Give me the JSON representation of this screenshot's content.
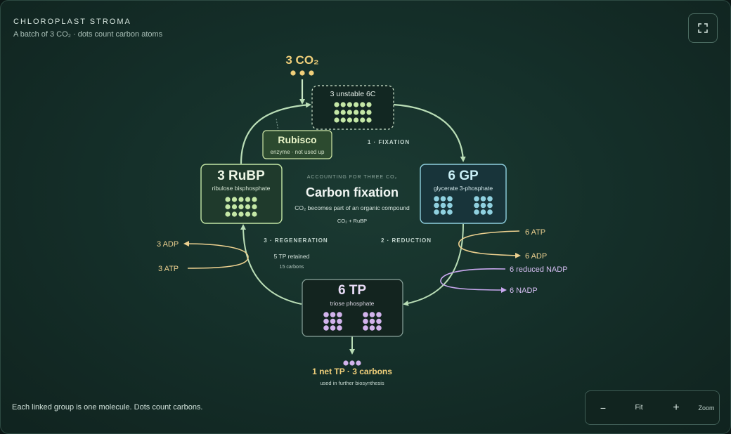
{
  "header": {
    "title": "CHLOROPLAST STROMA",
    "subtitle": "A batch of 3 CO₂ · dots count carbon atoms"
  },
  "fullscreen_icon": "expand-icon",
  "co2_input": {
    "label": "3 CO₂",
    "carbons": 3
  },
  "unstable": {
    "label": "3 unstable 6C",
    "molecules": 3,
    "carbons_each": 6
  },
  "rubisco": {
    "title": "Rubisco",
    "note": "enzyme · not used up"
  },
  "rubp": {
    "title": "3 RuBP",
    "subtitle": "ribulose bisphosphate",
    "molecules": 3,
    "carbons_each": 5
  },
  "gp": {
    "title": "6 GP",
    "subtitle": "glycerate 3-phosphate",
    "molecules": 6,
    "carbons_each": 3
  },
  "tp": {
    "title": "6 TP",
    "subtitle": "triose phosphate",
    "molecules": 6,
    "carbons_each": 3
  },
  "center": {
    "kicker": "ACCOUNTING FOR THREE CO₂",
    "title": "Carbon fixation",
    "desc": "CO₂ becomes part of an organic compound",
    "formula": "CO₂ + RuBP"
  },
  "stages": {
    "fixation": "1 · FIXATION",
    "reduction": "2 · REDUCTION",
    "regeneration": "3 · REGENERATION"
  },
  "regeneration_note": {
    "retained": "5 TP retained",
    "carbons": "15 carbons"
  },
  "reduction_inputs": {
    "atp_in": "6 ATP",
    "adp_out": "6 ADP",
    "nadph_in": "6 reduced NADP",
    "nadp_out": "6 NADP"
  },
  "regeneration_inputs": {
    "atp_in": "3 ATP",
    "adp_out": "3 ADP"
  },
  "output": {
    "label": "1 net TP · 3 carbons",
    "note": "used in further biosynthesis",
    "carbons": 3
  },
  "footer": {
    "note": "Each linked group is one molecule. Dots count carbons."
  },
  "zoom": {
    "minus": "−",
    "fit": "Fit",
    "plus": "+",
    "label": "Zoom"
  },
  "colors": {
    "co2": "#f0cf7a",
    "rubp": "#c4e7a6",
    "gp": "#8fd0df",
    "tp": "#d2b3ec",
    "atp": "#ecd08f",
    "nadp": "#c9a8ef",
    "cycle": "#b9ddb6"
  }
}
